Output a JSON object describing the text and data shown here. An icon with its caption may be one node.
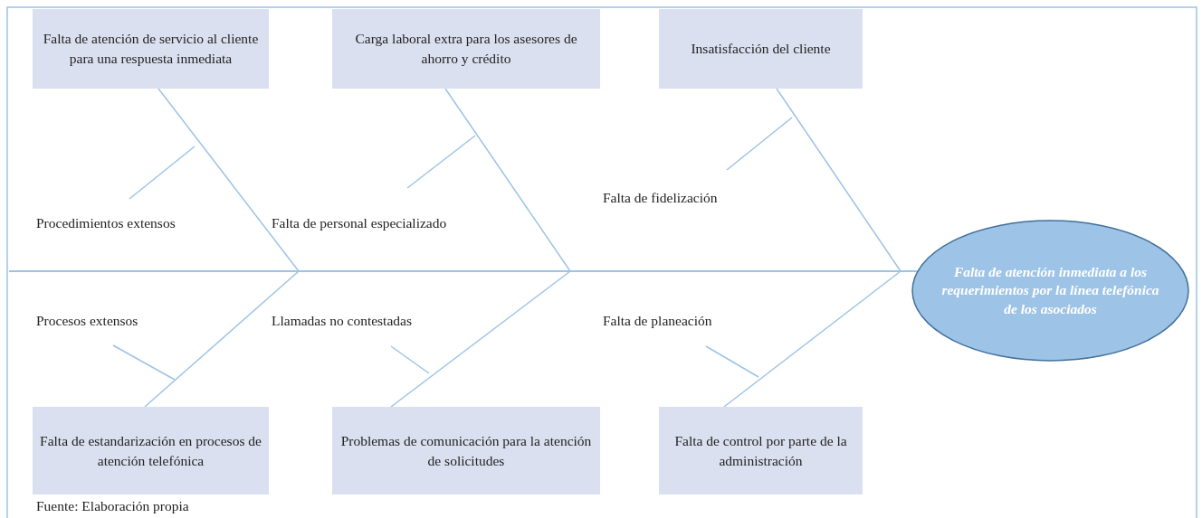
{
  "diagram": {
    "caption": "Fuente: Elaboración propia",
    "nodes": [
      {
        "text": [
          "Falta de atención de servicio al cliente para una respuesta inmediata"
        ]
      },
      {
        "text": [
          "Carga laboral extra para los asesores de ahorro y crédito"
        ]
      },
      {
        "text": [
          "Insatisfacción del cliente"
        ]
      },
      {
        "text": [
          "Falta de atención inmediata a los requerimientos por la línea telefónica de los asociados"
        ]
      },
      {
        "text": [
          "Falta de estandarización en procesos de atención telefónica"
        ]
      },
      {
        "text": [
          "Problemas de comunicación para la atención de solicitudes"
        ]
      },
      {
        "text": [
          "Falta de control por parte de la administración"
        ]
      }
    ],
    "edges": [
      {
        "from": null,
        "to": 3,
        "arrow": "none"
      },
      {
        "from": 0,
        "to": null,
        "arrow": "none"
      },
      {
        "from": 4,
        "to": null,
        "arrow": "none"
      },
      {
        "from": 1,
        "to": null,
        "arrow": "none"
      },
      {
        "from": 5,
        "to": null,
        "arrow": "none"
      },
      {
        "from": 2,
        "to": null,
        "arrow": "none"
      },
      {
        "from": 6,
        "to": null,
        "arrow": "none"
      }
    ],
    "labels": [
      "Procedimientos extensos",
      "Falta de personal especializado",
      "Falta de fidelización",
      "Procesos extensos",
      "Llamadas no contestadas",
      "Falta de planeación"
    ]
  }
}
